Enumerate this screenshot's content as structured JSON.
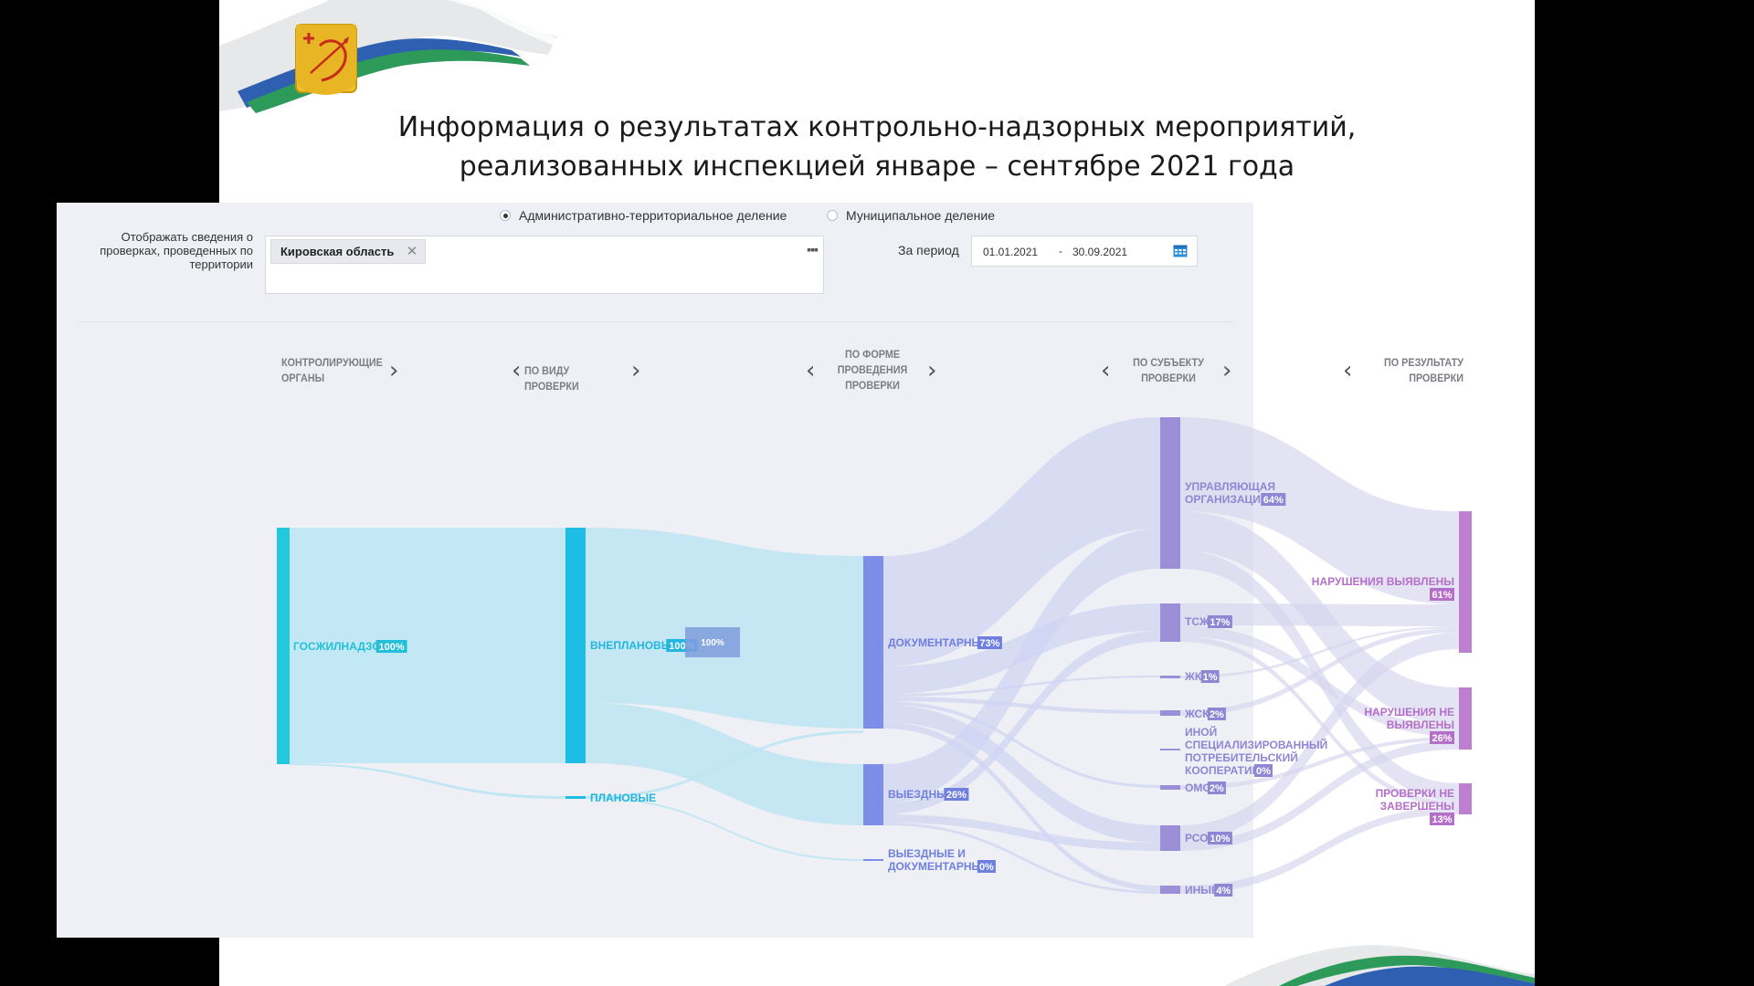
{
  "title": {
    "line1": "Информация о результатах контрольно-надзорных мероприятий,",
    "line2": "реализованных инспекцией январе – сентябре 2021 года"
  },
  "filters": {
    "radio_admin": "Административно-территориальное деление",
    "radio_municipal": "Муниципальное деление",
    "selected": "admin",
    "territory_label": "Отображать сведения о проверках, проведенных по территории",
    "territory_value": "Кировская область",
    "period_label": "За период",
    "date_from": "01.01.2021",
    "date_sep": "-",
    "date_to": "30.09.2021"
  },
  "columns": [
    {
      "label": "КОНТРОЛИРУЮЩИЕ ОРГАНЫ"
    },
    {
      "label": "ПО ВИДУ ПРОВЕРКИ"
    },
    {
      "label": "ПО ФОРМЕ ПРОВЕДЕНИЯ ПРОВЕРКИ"
    },
    {
      "label": "ПО СУБЪЕКТУ ПРОВЕРКИ"
    },
    {
      "label": "ПО РЕЗУЛЬТАТУ ПРОВЕРКИ"
    }
  ],
  "colors": {
    "stage1": "#22c8dc",
    "stage2": "#1dbde6",
    "stage3": "#7c8ee8",
    "stage4": "#9b90d8",
    "stage5": "#bd7fd0",
    "link12": "#b8e6f3",
    "link23": "#bde5f3",
    "link34": "#cdd3f2",
    "link45": "#d6d4ee"
  },
  "chart_data": {
    "type": "sankey",
    "stages": [
      {
        "nodes": [
          {
            "id": "gosjilnadzor",
            "label": "ГОСЖИЛНАДЗОР",
            "pct": "100%",
            "value": 100
          }
        ]
      },
      {
        "nodes": [
          {
            "id": "vneplanovye",
            "label": "ВНЕПЛАНОВЫЕ",
            "pct": "100%",
            "value": 100
          },
          {
            "id": "planovye",
            "label": "ПЛАНОВЫЕ",
            "pct": "",
            "value": 0
          }
        ]
      },
      {
        "nodes": [
          {
            "id": "dokumentarnye",
            "label": "ДОКУМЕНТАРНЫЕ",
            "pct": "73%",
            "value": 73
          },
          {
            "id": "vyezdnye",
            "label": "ВЫЕЗДНЫЕ",
            "pct": "26%",
            "value": 26
          },
          {
            "id": "vyezd_dok",
            "label": "ВЫЕЗДНЫЕ И ДОКУМЕНТАРНЫЕ",
            "pct": "0%",
            "value": 0
          }
        ]
      },
      {
        "nodes": [
          {
            "id": "uo",
            "label": "УПРАВЛЯЮЩАЯ ОРГАНИЗАЦИЯ",
            "pct": "64%",
            "value": 64
          },
          {
            "id": "tsj",
            "label": "ТСЖ",
            "pct": "17%",
            "value": 17
          },
          {
            "id": "jk",
            "label": "ЖК",
            "pct": "1%",
            "value": 1
          },
          {
            "id": "jsk",
            "label": "ЖСК",
            "pct": "2%",
            "value": 2
          },
          {
            "id": "ispk",
            "label": "ИНОЙ СПЕЦИАЛИЗИРОВАННЫЙ ПОТРЕБИТЕЛЬСКИЙ КООПЕРАТИВ",
            "pct": "0%",
            "value": 0
          },
          {
            "id": "oms",
            "label": "ОМС",
            "pct": "2%",
            "value": 2
          },
          {
            "id": "rso",
            "label": "РСО",
            "pct": "10%",
            "value": 10
          },
          {
            "id": "inye",
            "label": "ИНЫЕ",
            "pct": "4%",
            "value": 4
          }
        ]
      },
      {
        "nodes": [
          {
            "id": "viol_yes",
            "label": "НАРУШЕНИЯ ВЫЯВЛЕНЫ",
            "pct": "61%",
            "value": 61
          },
          {
            "id": "viol_no",
            "label": "НАРУШЕНИЯ НЕ ВЫЯВЛЕНЫ",
            "pct": "26%",
            "value": 26
          },
          {
            "id": "not_done",
            "label": "ПРОВЕРКИ НЕ ЗАВЕРШЕНЫ",
            "pct": "13%",
            "value": 13
          }
        ]
      }
    ],
    "tooltip": {
      "node": "vneplanovye",
      "text": "100%"
    }
  }
}
